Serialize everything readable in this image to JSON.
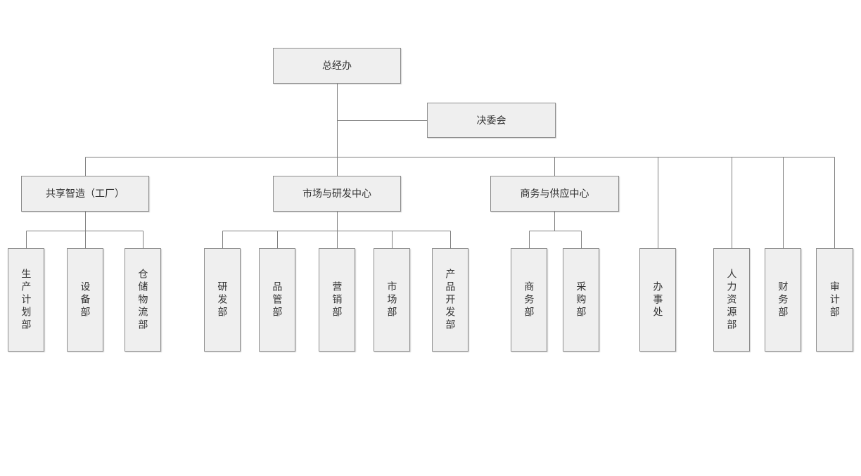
{
  "org": {
    "root": {
      "label": "总经办"
    },
    "committee": {
      "label": "决委会"
    },
    "divisions": [
      {
        "label": "共享智造（工厂）"
      },
      {
        "label": "市场与研发中心"
      },
      {
        "label": "商务与供应中心"
      }
    ],
    "departments": {
      "manufacturing": [
        {
          "label": "生产计划部"
        },
        {
          "label": "设备部"
        },
        {
          "label": "仓储物流部"
        }
      ],
      "market_rd": [
        {
          "label": "研发部"
        },
        {
          "label": "品管部"
        },
        {
          "label": "营销部"
        },
        {
          "label": "市场部"
        },
        {
          "label": "产品开发部"
        }
      ],
      "business_supply": [
        {
          "label": "商务部"
        },
        {
          "label": "采购部"
        }
      ],
      "headquarters": [
        {
          "label": "办事处"
        },
        {
          "label": "人力资源部"
        },
        {
          "label": "财务部"
        },
        {
          "label": "审计部"
        }
      ]
    },
    "colors": {
      "background": "#ffffff",
      "node_fill": "#efefef",
      "node_border": "#8c8c8c",
      "connector": "#808080",
      "text": "#333333"
    }
  }
}
